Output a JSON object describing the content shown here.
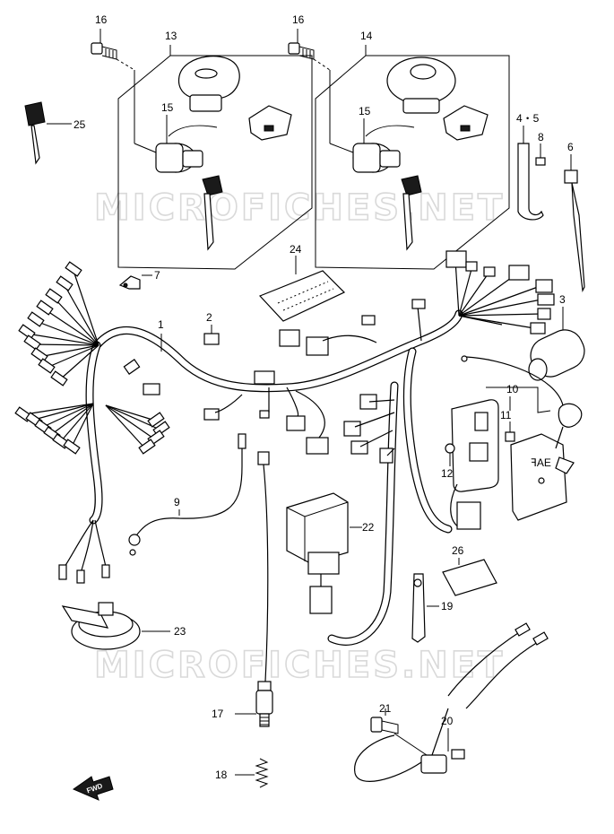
{
  "watermark": "MICROFICHES.NET",
  "fwd_label": "FWD",
  "ecu_label": "ꟻAE",
  "callouts": [
    {
      "id": "c16a",
      "text": "16"
    },
    {
      "id": "c13",
      "text": "13"
    },
    {
      "id": "c16b",
      "text": "16"
    },
    {
      "id": "c14",
      "text": "14"
    },
    {
      "id": "c25",
      "text": "25"
    },
    {
      "id": "c15a",
      "text": "15"
    },
    {
      "id": "c15b",
      "text": "15"
    },
    {
      "id": "c45",
      "text": "4・5"
    },
    {
      "id": "c8",
      "text": "8"
    },
    {
      "id": "c6",
      "text": "6"
    },
    {
      "id": "c24",
      "text": "24"
    },
    {
      "id": "c7",
      "text": "7"
    },
    {
      "id": "c3",
      "text": "3"
    },
    {
      "id": "c1",
      "text": "1"
    },
    {
      "id": "c2",
      "text": "2"
    },
    {
      "id": "c10",
      "text": "10"
    },
    {
      "id": "c11",
      "text": "11"
    },
    {
      "id": "c12",
      "text": "12"
    },
    {
      "id": "c9",
      "text": "9"
    },
    {
      "id": "c22",
      "text": "22"
    },
    {
      "id": "c26",
      "text": "26"
    },
    {
      "id": "c19",
      "text": "19"
    },
    {
      "id": "c23",
      "text": "23"
    },
    {
      "id": "c21",
      "text": "21"
    },
    {
      "id": "c20",
      "text": "20"
    },
    {
      "id": "c17",
      "text": "17"
    },
    {
      "id": "c18",
      "text": "18"
    }
  ]
}
